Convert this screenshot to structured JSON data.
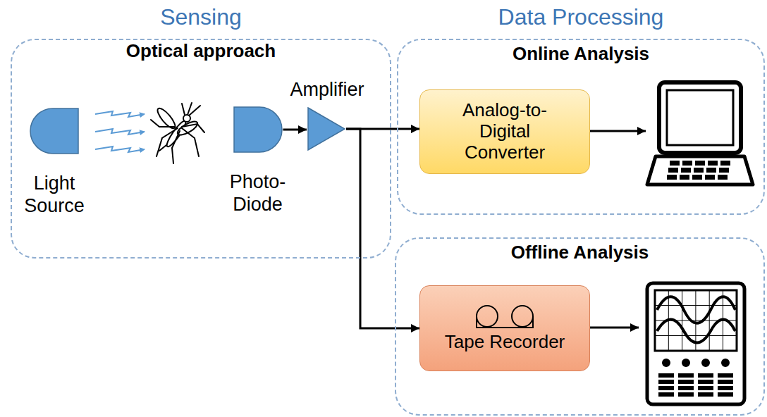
{
  "diagram": {
    "nodes": [
      {
        "text": [
          "Sensing",
          "Optical approach"
        ]
      },
      {
        "text": [
          "Online Analysis"
        ]
      },
      {
        "text": [
          "Offline Analysis"
        ]
      },
      {
        "text": [
          "Light Source"
        ],
        "in": 0
      },
      {
        "text": [
          "Photo- Diode"
        ],
        "in": 0
      },
      {
        "text": [
          "Amplifier"
        ],
        "in": 0
      },
      {
        "text": [
          "Analog-to- Digital Converter"
        ],
        "in": 1
      },
      {
        "text": [
          "Tape Recorder"
        ],
        "in": 2
      }
    ],
    "edges": [
      {
        "from": 4,
        "to": 5,
        "arrow": "to"
      },
      {
        "from": 5,
        "to": 6,
        "arrow": "to"
      },
      {
        "from": 5,
        "to": 7,
        "arrow": "to"
      }
    ],
    "labels": [
      "Data Processing"
    ]
  }
}
